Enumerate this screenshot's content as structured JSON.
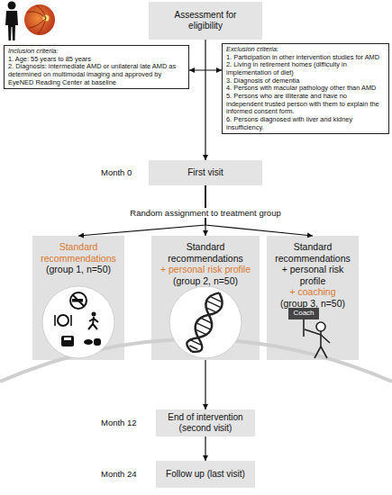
{
  "diagram": {
    "nodes": [
      {
        "text": [
          "Assessment for eligibility"
        ]
      },
      {
        "text": [
          "Inclusion criteria:",
          "1. Age: 55 years to 85 years",
          "2. Diagnosis: intermediate AMD or unilateral late AMD as determined on multimodal imaging and approved by EyeNED Reading Center at baseline"
        ]
      },
      {
        "text": [
          "Exclusion criteria:",
          "1. Participation in other intervention studies for AMD",
          "2. Living in retirement homes (difficulty in implementation of diet)",
          "3. Diagnosis of dementia",
          "4. Persons with macular pathology other than AMD",
          "5. Persons who are illiterate and have no independent trusted person with them to explain the informed consent form.",
          "6. Persons diagnosed with liver and kidney insufficiency."
        ]
      },
      {
        "text": [
          "First visit"
        ]
      },
      {
        "text": [
          "Standard recommendations",
          "(group 1, n=50)"
        ]
      },
      {
        "text": [
          "Standard recommendations",
          "+ personal risk profile",
          "(group 2, n=50)"
        ]
      },
      {
        "text": [
          "Standard recommendations",
          "+ personal risk profile",
          "+ coaching",
          "(group 3, n=50)"
        ]
      },
      {
        "text": [
          "End of intervention (second visit)"
        ]
      },
      {
        "text": [
          "Follow up (last visit)"
        ]
      }
    ],
    "edges": [
      {
        "from": 0,
        "to": 3,
        "arrow": "to"
      },
      {
        "from": 1,
        "to": 2,
        "arrow": "both"
      },
      {
        "from": 3,
        "to": 4,
        "arrow": "to"
      },
      {
        "from": 3,
        "to": 5,
        "arrow": "to"
      },
      {
        "from": 3,
        "to": 6,
        "arrow": "to"
      },
      {
        "from": 5,
        "to": 7,
        "arrow": "to"
      },
      {
        "from": 7,
        "to": 8,
        "arrow": "to"
      }
    ],
    "labels": [
      "Month 0",
      "Random assignment to treatment group",
      "Month 12",
      "Month 24",
      "Coach"
    ]
  }
}
